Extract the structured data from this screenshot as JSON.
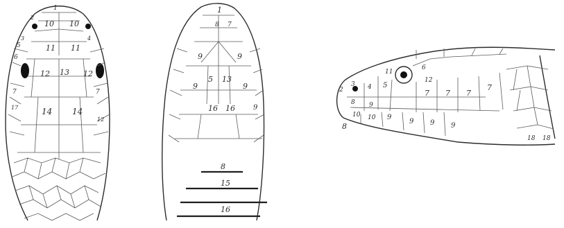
{
  "figure": {
    "colors": {
      "ink": "#2c2c2c",
      "paper": "#ffffff",
      "eye": "#111111"
    },
    "dorsal_view": {
      "labels": [
        "1",
        "10",
        "10",
        "11",
        "11",
        "12",
        "13",
        "12",
        "14",
        "14",
        "5",
        "6",
        "7",
        "7",
        "2",
        "3",
        "4",
        "17",
        "12"
      ]
    },
    "ventral_view": {
      "labels": [
        "1",
        "8",
        "7",
        "9",
        "5",
        "13",
        "9",
        "9",
        "16",
        "16",
        "9",
        "9",
        "8",
        "15",
        "16"
      ]
    },
    "lateral_view": {
      "labels": [
        "2",
        "3",
        "4",
        "5",
        "11",
        "6",
        "12",
        "7",
        "7",
        "7",
        "7",
        "8",
        "9",
        "9",
        "9",
        "9",
        "9",
        "10",
        "10",
        "8",
        "18",
        "18"
      ]
    }
  }
}
